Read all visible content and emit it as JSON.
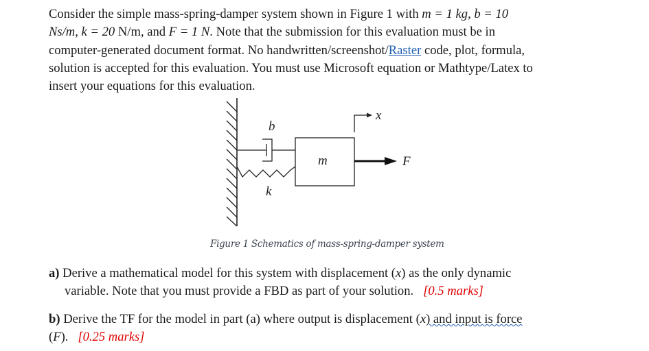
{
  "intro": {
    "line1": {
      "pre": "Consider the simple mass-spring-damper system shown in Figure 1 with ",
      "m_eq": "m = 1 kg, b = 10"
    },
    "line2": {
      "units_b": "Ns/m",
      "k_eq": ", k = 20",
      "k_unit": " N/m, and ",
      "F_eq": "F = 1 N",
      "post": ". Note that the submission for this evaluation must be in"
    },
    "line3": {
      "pre": "computer-generated document format. No handwritten/screenshot/",
      "link": "Raster",
      "post": " code, plot, formula,"
    },
    "line4": "solution is accepted for this evaluation. You must use Microsoft equation or Mathtype/Latex to",
    "line5": "insert your equations for this evaluation."
  },
  "figure": {
    "labels": {
      "b": "b",
      "k": "k",
      "m": "m",
      "x": "x",
      "F": "F"
    },
    "caption": "Figure 1 Schematics of mass-spring-damper system"
  },
  "question_a": {
    "label": "a)",
    "line1_pre": " Derive a mathematical model for this system with displacement (",
    "var": "x",
    "line1_post": ") as the only dynamic",
    "line2": "variable. Note that you must provide a FBD as part of your solution.",
    "marks": "[0.5 marks]"
  },
  "question_b": {
    "label": "b)",
    "line1_pre": " Derive the TF for the model in part (a) where output is displacement (",
    "var": "x",
    "line1_post": ") and input is force",
    "line2_pre": "(",
    "var2": "F",
    "line2_post": ").",
    "marks": "[0.25 marks]"
  },
  "colors": {
    "link": "#1f5fb4",
    "marks": "#e00000",
    "caption": "#3a4250"
  }
}
